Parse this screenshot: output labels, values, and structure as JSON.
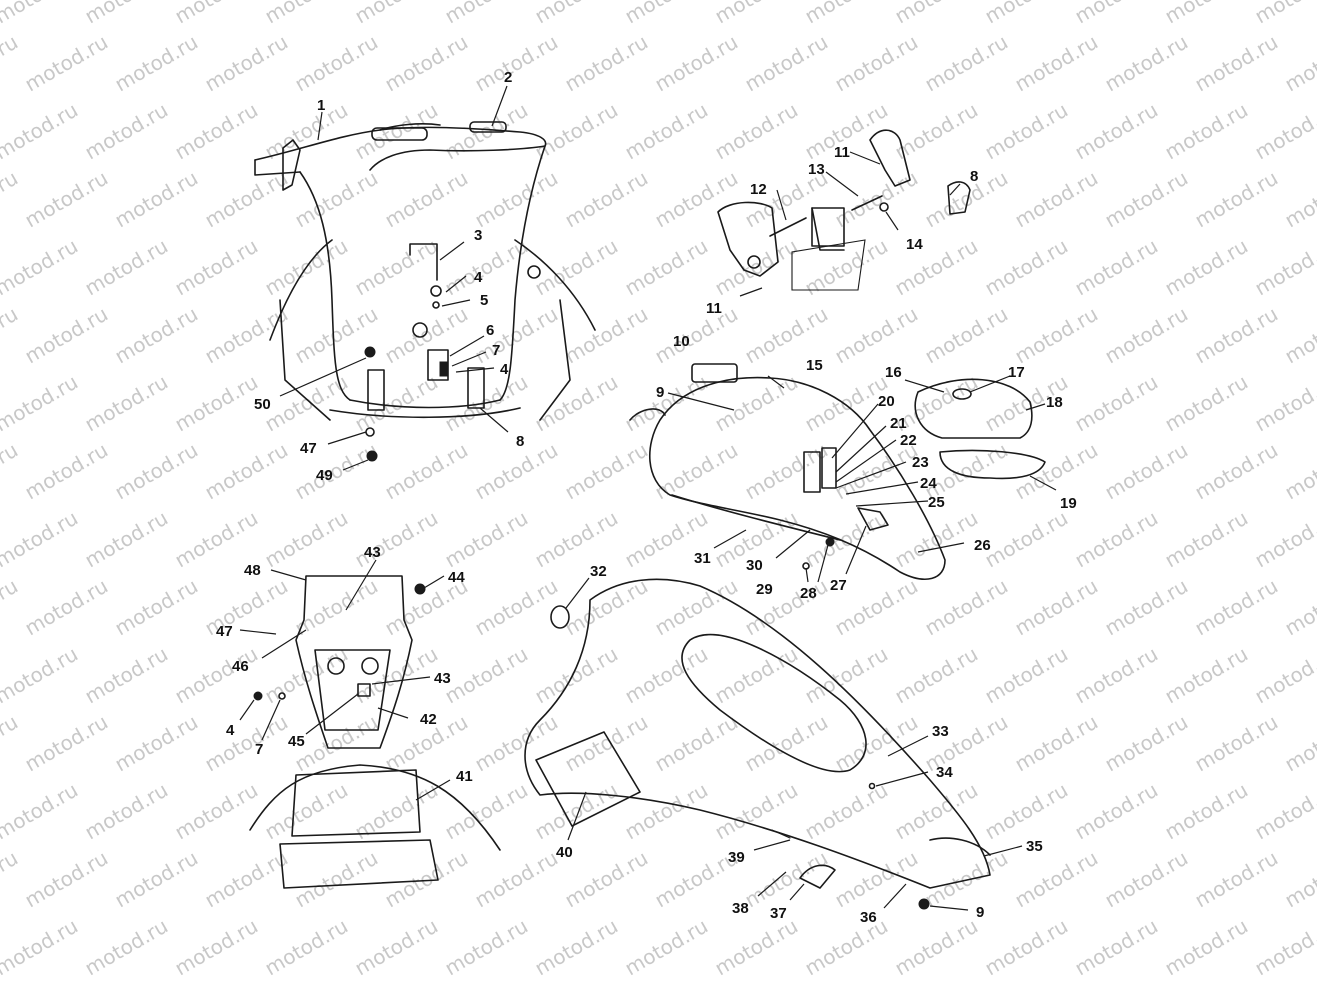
{
  "watermark": "motod.ru",
  "callouts": [
    "1",
    "2",
    "3",
    "4",
    "5",
    "6",
    "7",
    "4",
    "50",
    "8",
    "47",
    "49",
    "11",
    "8",
    "12",
    "13",
    "14",
    "11",
    "10",
    "15",
    "9",
    "16",
    "17",
    "18",
    "20",
    "21",
    "22",
    "23",
    "24",
    "25",
    "19",
    "26",
    "31",
    "30",
    "29",
    "28",
    "27",
    "48",
    "43",
    "44",
    "47",
    "46",
    "43",
    "4",
    "7",
    "42",
    "45",
    "41",
    "32",
    "33",
    "34",
    "35",
    "40",
    "39",
    "38",
    "37",
    "36",
    "9"
  ],
  "colors": {
    "line": "#1a1a1a",
    "watermark": "#c8c8c8",
    "background": "#ffffff"
  }
}
